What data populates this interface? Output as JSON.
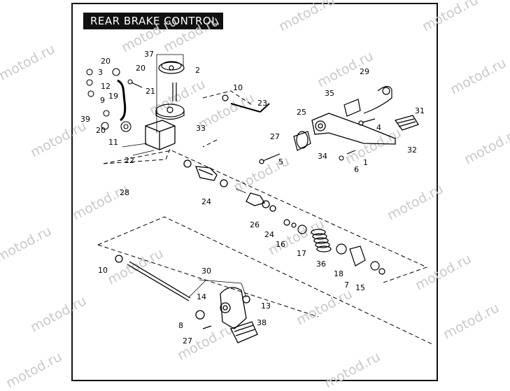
{
  "title": "REAR BRAKE CONTROL",
  "watermark": "motod.ru",
  "callouts": [
    "37",
    "2",
    "20",
    "20",
    "3",
    "12",
    "21",
    "9",
    "19",
    "39",
    "20",
    "11",
    "33",
    "10",
    "23",
    "29",
    "35",
    "25",
    "31",
    "4",
    "27",
    "34",
    "32",
    "1",
    "6",
    "5",
    "22",
    "28",
    "24",
    "26",
    "24",
    "16",
    "17",
    "36",
    "18",
    "7",
    "15",
    "10",
    "30",
    "14",
    "13",
    "8",
    "38",
    "27"
  ]
}
